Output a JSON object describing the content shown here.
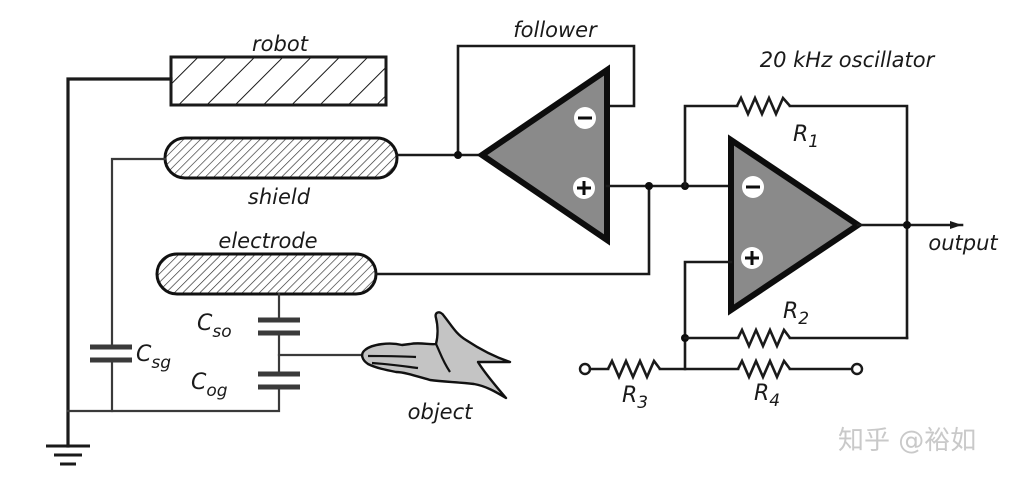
{
  "diagram": {
    "title": "Capacitive proximity sensing circuit",
    "labels": {
      "robot": "robot",
      "shield": "shield",
      "electrode": "electrode",
      "follower": "follower",
      "oscillator": "20 kHz oscillator",
      "output": "output",
      "object": "object"
    },
    "resistors": [
      {
        "id": "R1",
        "base": "R",
        "sub": "1"
      },
      {
        "id": "R2",
        "base": "R",
        "sub": "2"
      },
      {
        "id": "R3",
        "base": "R",
        "sub": "3"
      },
      {
        "id": "R4",
        "base": "R",
        "sub": "4"
      }
    ],
    "capacitors": [
      {
        "id": "Csg",
        "base": "C",
        "sub": "sg"
      },
      {
        "id": "Cso",
        "base": "C",
        "sub": "so"
      },
      {
        "id": "Cog",
        "base": "C",
        "sub": "og"
      }
    ],
    "opamps": [
      {
        "id": "follower",
        "inputs": [
          "-",
          "+"
        ]
      },
      {
        "id": "oscillator",
        "inputs": [
          "-",
          "+"
        ]
      }
    ],
    "watermark": "知乎 @裕如",
    "colors": {
      "opamp_fill": "#8a8a8a",
      "line": "#1a1a1a",
      "hand_fill": "#c4c4c4",
      "watermark": "#c9c9c9"
    }
  }
}
